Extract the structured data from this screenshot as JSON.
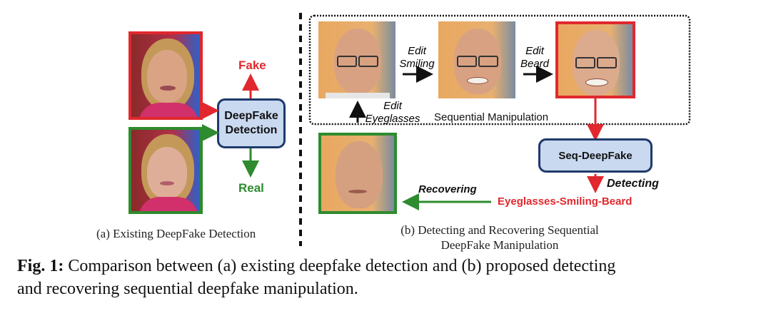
{
  "figure": {
    "panel_a": {
      "fake_label": "Fake",
      "real_label": "Real",
      "detector_label_line1": "DeepFake",
      "detector_label_line2": "Detection",
      "caption": "(a) Existing DeepFake Detection",
      "fake_image_desc": "manipulated face of woman (fake)",
      "real_image_desc": "real face of woman"
    },
    "panel_b": {
      "edit_eyeglasses_line1": "Edit",
      "edit_eyeglasses_line2": "Eyeglasses",
      "edit_smiling_line1": "Edit",
      "edit_smiling_line2": "Smiling",
      "edit_beard_line1": "Edit",
      "edit_beard_line2": "Beard",
      "sequence_label": "Sequential Manipulation",
      "model_label": "Seq-DeepFake",
      "detecting_label": "Detecting",
      "recovering_label": "Recovering",
      "detected_sequence": "Eyeglasses-Smiling-Beard",
      "caption_line1": "(b) Detecting and Recovering Sequential",
      "caption_line2": "DeepFake Manipulation"
    },
    "caption": {
      "prefix": "Fig. 1:",
      "line1": " Comparison between (a) existing deepfake detection and (b) proposed detecting",
      "line2": "and recovering sequential deepfake manipulation."
    },
    "colors": {
      "fake_red": "#e0282e",
      "real_green": "#2e8b2e",
      "box_fill": "#c9d9f0",
      "box_border": "#1f3a6a"
    }
  }
}
